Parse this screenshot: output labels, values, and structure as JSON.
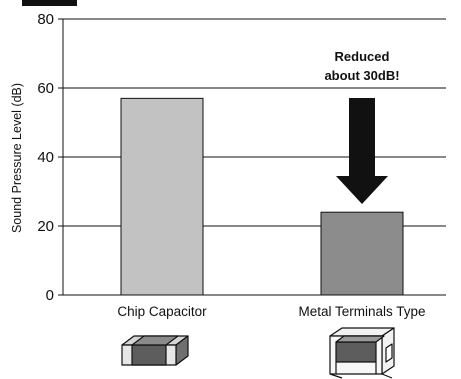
{
  "chart_data": {
    "type": "bar",
    "title": "",
    "xlabel": "",
    "ylabel": "Sound Pressure Level (dB)",
    "ylim": [
      0,
      80
    ],
    "yticks": [
      0,
      20,
      40,
      60,
      80
    ],
    "grid": true,
    "categories": [
      "Chip Capacitor",
      "Metal Terminals Type"
    ],
    "values": [
      57,
      24
    ],
    "annotation": {
      "lines": [
        "Reduced",
        "about 30dB!"
      ],
      "target_category": "Metal Terminals Type"
    }
  },
  "colors": {
    "bars": [
      "#c2c2c2",
      "#8c8c8c"
    ],
    "arrow": "#111111",
    "grid": "#111111"
  },
  "icons": [
    "chip-capacitor-component-icon",
    "metal-terminal-capacitor-component-icon"
  ]
}
